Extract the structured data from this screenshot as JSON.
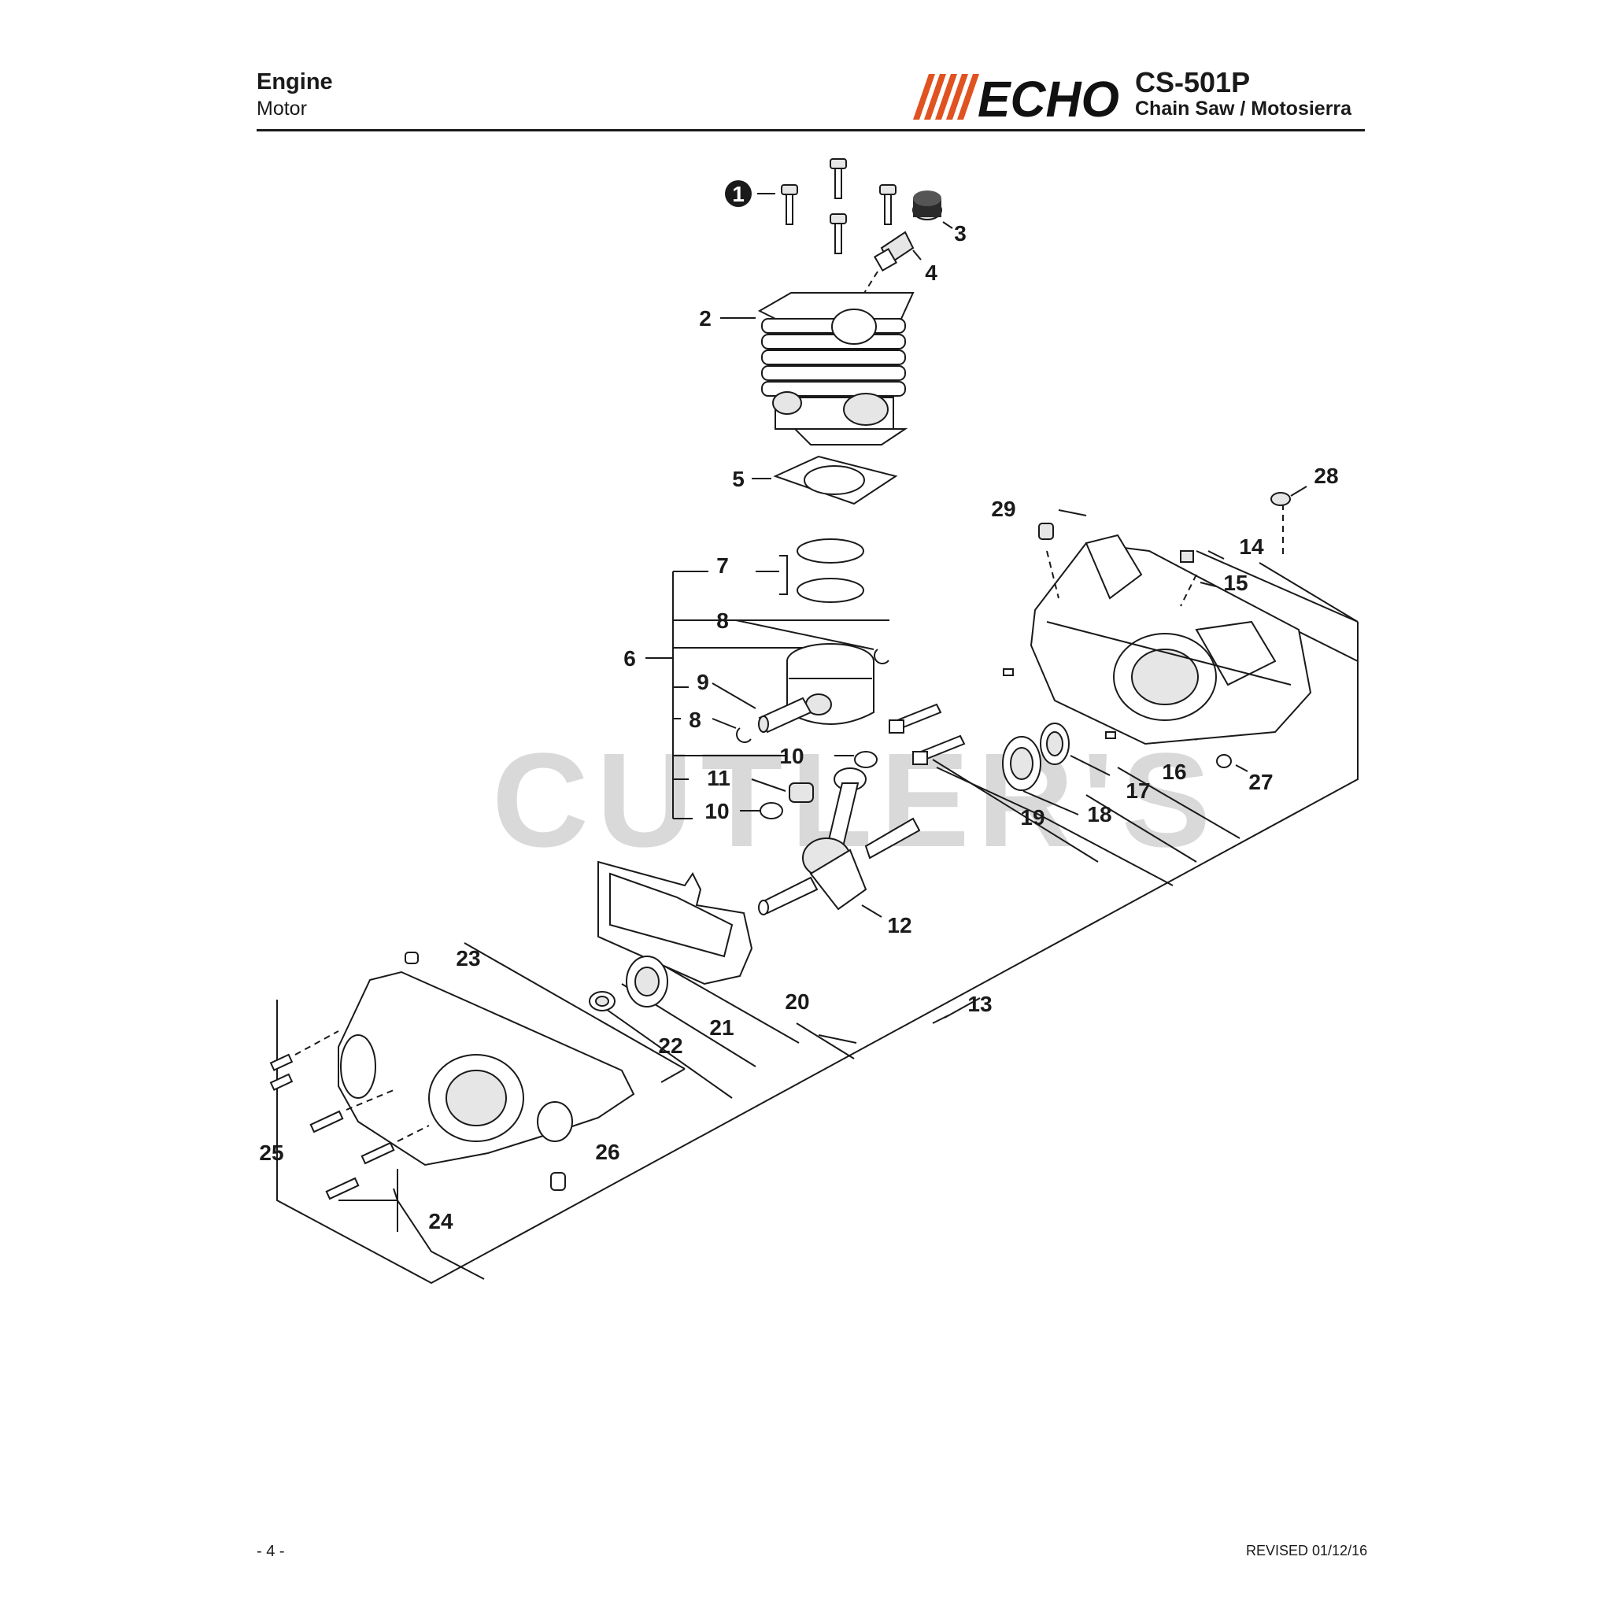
{
  "header": {
    "title": "Engine",
    "subtitle": "Motor",
    "model": "CS-501P",
    "description": "Chain Saw / Motosierra",
    "logo_text": "ECHO",
    "accent_color": "#e0521f"
  },
  "watermark": "CUTLER'S",
  "callouts": [
    "1",
    "2",
    "3",
    "4",
    "5",
    "6",
    "7",
    "8",
    "8",
    "9",
    "10",
    "10",
    "11",
    "12",
    "13",
    "14",
    "15",
    "16",
    "17",
    "18",
    "19",
    "20",
    "21",
    "22",
    "23",
    "24",
    "25",
    "26",
    "27",
    "28",
    "29"
  ],
  "footer": {
    "page": "- 4 -",
    "revised": "REVISED 01/12/16"
  }
}
